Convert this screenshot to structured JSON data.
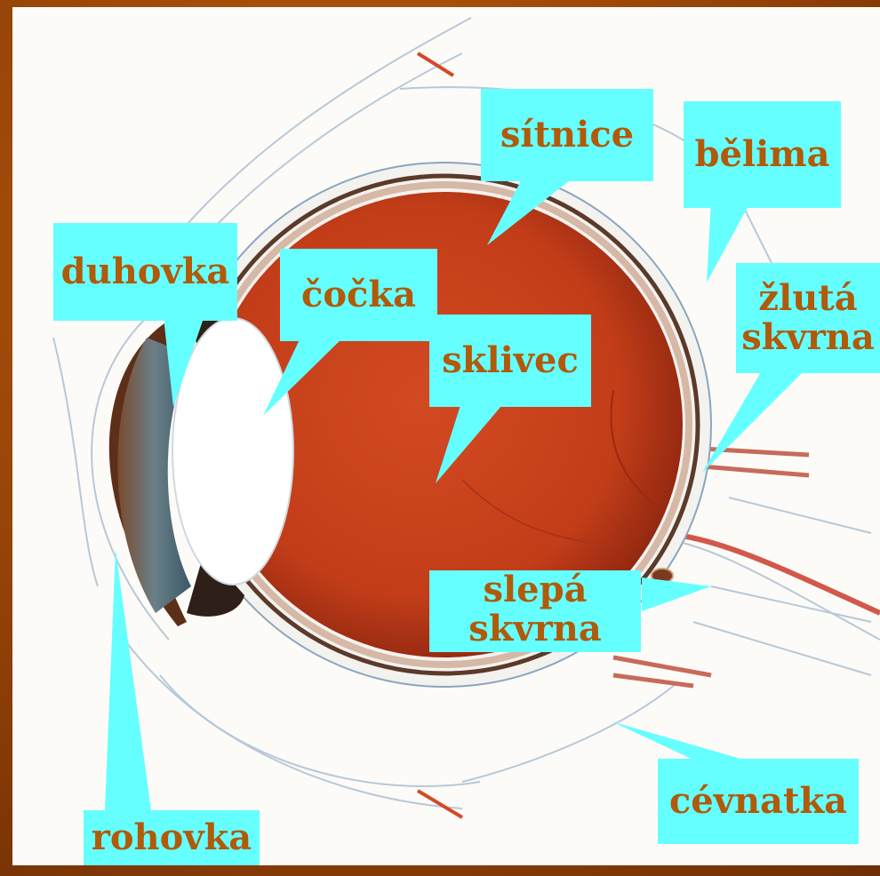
{
  "labels": {
    "sitnice": "sítnice",
    "belima": "bělima",
    "duhovka": "duhovka",
    "cocka": "čočka",
    "zluta_line1": "žlutá",
    "zluta_line2": "skvrna",
    "sklivec": "sklivec",
    "slepa_line1": "slepá",
    "slepa_line2": "skvrna",
    "cevnatka": "cévnatka",
    "rohovka": "rohovka"
  },
  "colors": {
    "label_background": "#66ffff",
    "label_text": "#b05a0a",
    "frame": "#a04a08",
    "vitreous": "#c8401c",
    "iris": "#5e7a84",
    "lens": "#ffffff"
  }
}
